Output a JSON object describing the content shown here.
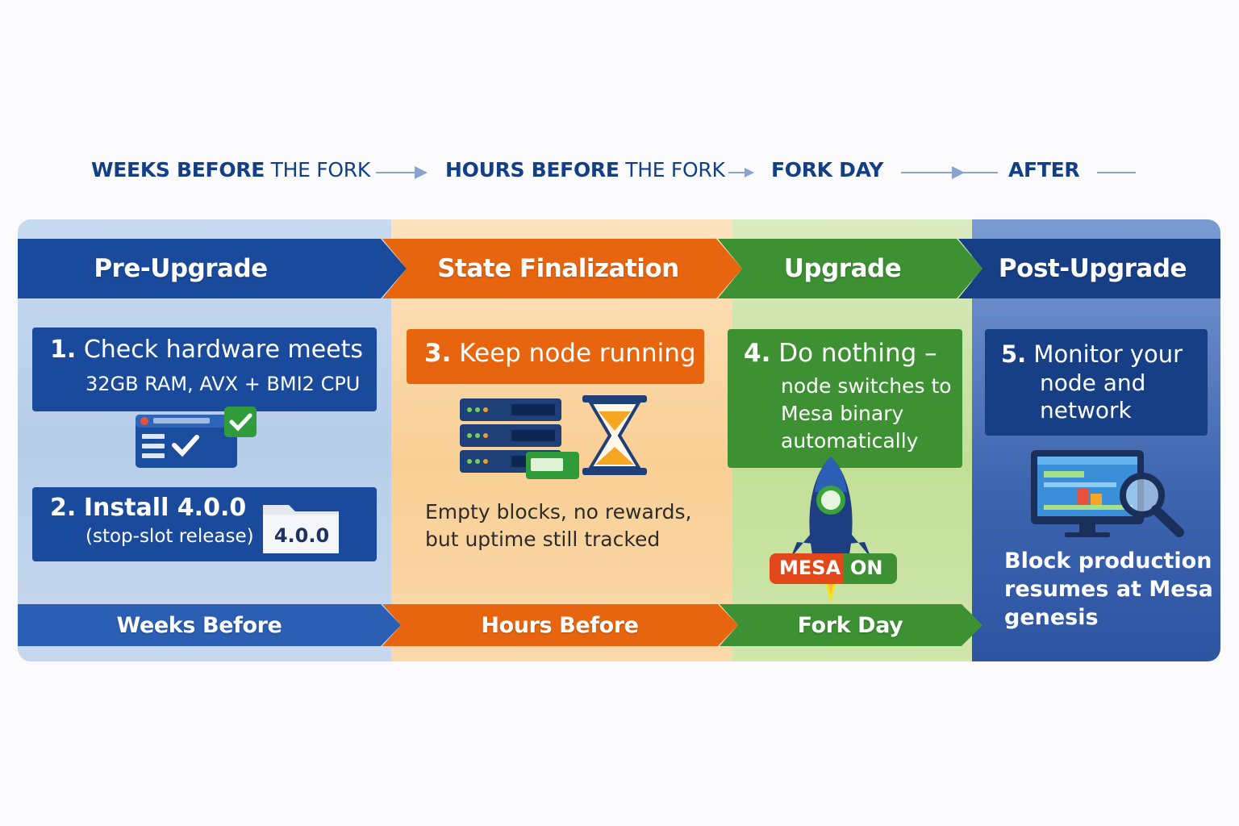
{
  "timeline": {
    "weeks_bold": "WEEKS BEFORE",
    "weeks_light": "THE FORK",
    "hours_bold": "HOURS BEFORE",
    "hours_light": "THE FORK",
    "fork_day": "FORK DAY",
    "after": "AFTER"
  },
  "phases": [
    {
      "title": "Pre-Upgrade",
      "footer": "Weeks Before"
    },
    {
      "title": "State Finalization",
      "footer": "Hours Before"
    },
    {
      "title": "Upgrade",
      "footer": "Fork Day"
    },
    {
      "title": "Post-Upgrade",
      "footer": ""
    }
  ],
  "steps": {
    "s1": {
      "num": "1.",
      "line1": "Check hardware meets",
      "line2": "32GB RAM, AVX + BMI2 CPU"
    },
    "s2": {
      "num": "2.",
      "line1": "Install 4.0.0",
      "line2": "(stop-slot release)",
      "badge": "4.0.0"
    },
    "s3": {
      "num": "3.",
      "line1": "Keep node running",
      "note1": "Empty blocks, no rewards,",
      "note2": "but uptime still tracked"
    },
    "s4": {
      "num": "4.",
      "line1": "Do nothing –",
      "line2": "node switches to",
      "line3": "Mesa binary",
      "line4": "automatically",
      "badge_a": "MESA",
      "badge_b": "ON"
    },
    "s5": {
      "num": "5.",
      "line1": "Monitor your",
      "line2": "node and",
      "line3": "network",
      "note1": "Block production",
      "note2": "resumes at Mesa",
      "note3": "genesis"
    }
  },
  "colors": {
    "blue": "#1a4a9c",
    "orange": "#e8650f",
    "green": "#3d9132",
    "navy": "#173f86"
  }
}
